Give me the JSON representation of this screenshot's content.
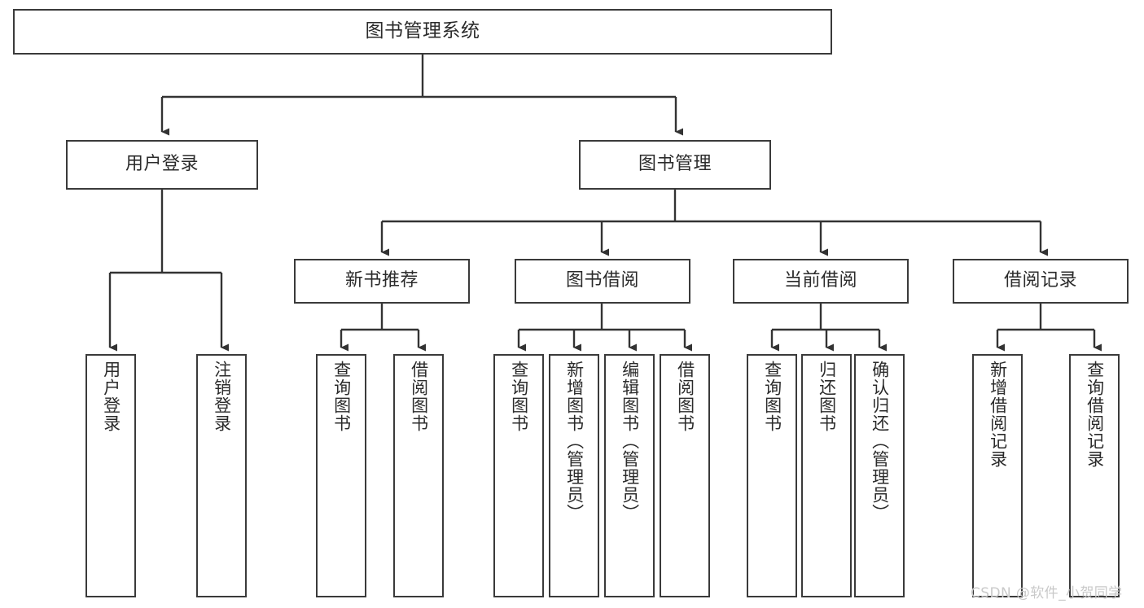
{
  "diagram": {
    "title": "图书管理系统",
    "type": "tree-hierarchy-chart",
    "orientation": "top-down",
    "colors": {
      "box_border": "#3a3a3a",
      "box_fill": "#ffffff",
      "text": "#2b2b2b",
      "edge": "#333333",
      "watermark": "#c9c9c9",
      "background": "#ffffff"
    }
  },
  "watermark": {
    "text": "CSDN @软件_小贺同学"
  },
  "root": {
    "label": "图书管理系统"
  },
  "level2": [
    {
      "label": "用户登录"
    },
    {
      "label": "图书管理"
    }
  ],
  "level3": [
    {
      "label": "新书推荐"
    },
    {
      "label": "图书借阅"
    },
    {
      "label": "当前借阅"
    },
    {
      "label": "借阅记录"
    }
  ],
  "leaves": {
    "user_login": [
      {
        "label": "用户登录"
      },
      {
        "label": "注销登录"
      }
    ],
    "new_book_recommend": [
      {
        "label": "查询图书"
      },
      {
        "label": "借阅图书"
      }
    ],
    "book_borrow": [
      {
        "label": "查询图书"
      },
      {
        "label": "新增图书（管理员）"
      },
      {
        "label": "编辑图书（管理员）"
      },
      {
        "label": "借阅图书"
      }
    ],
    "current_borrow": [
      {
        "label": "查询图书"
      },
      {
        "label": "归还图书"
      },
      {
        "label": "确认归还（管理员）"
      }
    ],
    "borrow_record": [
      {
        "label": "新增借阅记录"
      },
      {
        "label": "查询借阅记录"
      }
    ]
  }
}
